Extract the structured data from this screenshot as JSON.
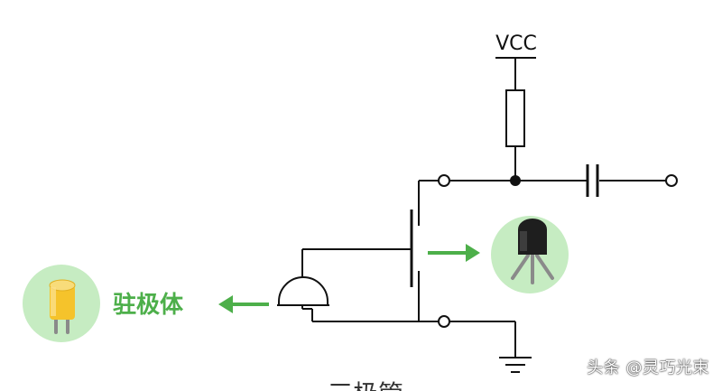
{
  "labels": {
    "vcc": "VCC",
    "electret": "驻极体",
    "bottom_caption": "三极管"
  },
  "watermark": "头条 @灵巧光束",
  "colors": {
    "accent_green": "#4daf4a",
    "circle_bg": "#c6ecc2",
    "capsule_yellow": "#f5c32b",
    "wire": "#111111"
  },
  "icons": {
    "electret_component": "electret-microphone-icon",
    "transistor_component": "transistor-to92-icon"
  }
}
